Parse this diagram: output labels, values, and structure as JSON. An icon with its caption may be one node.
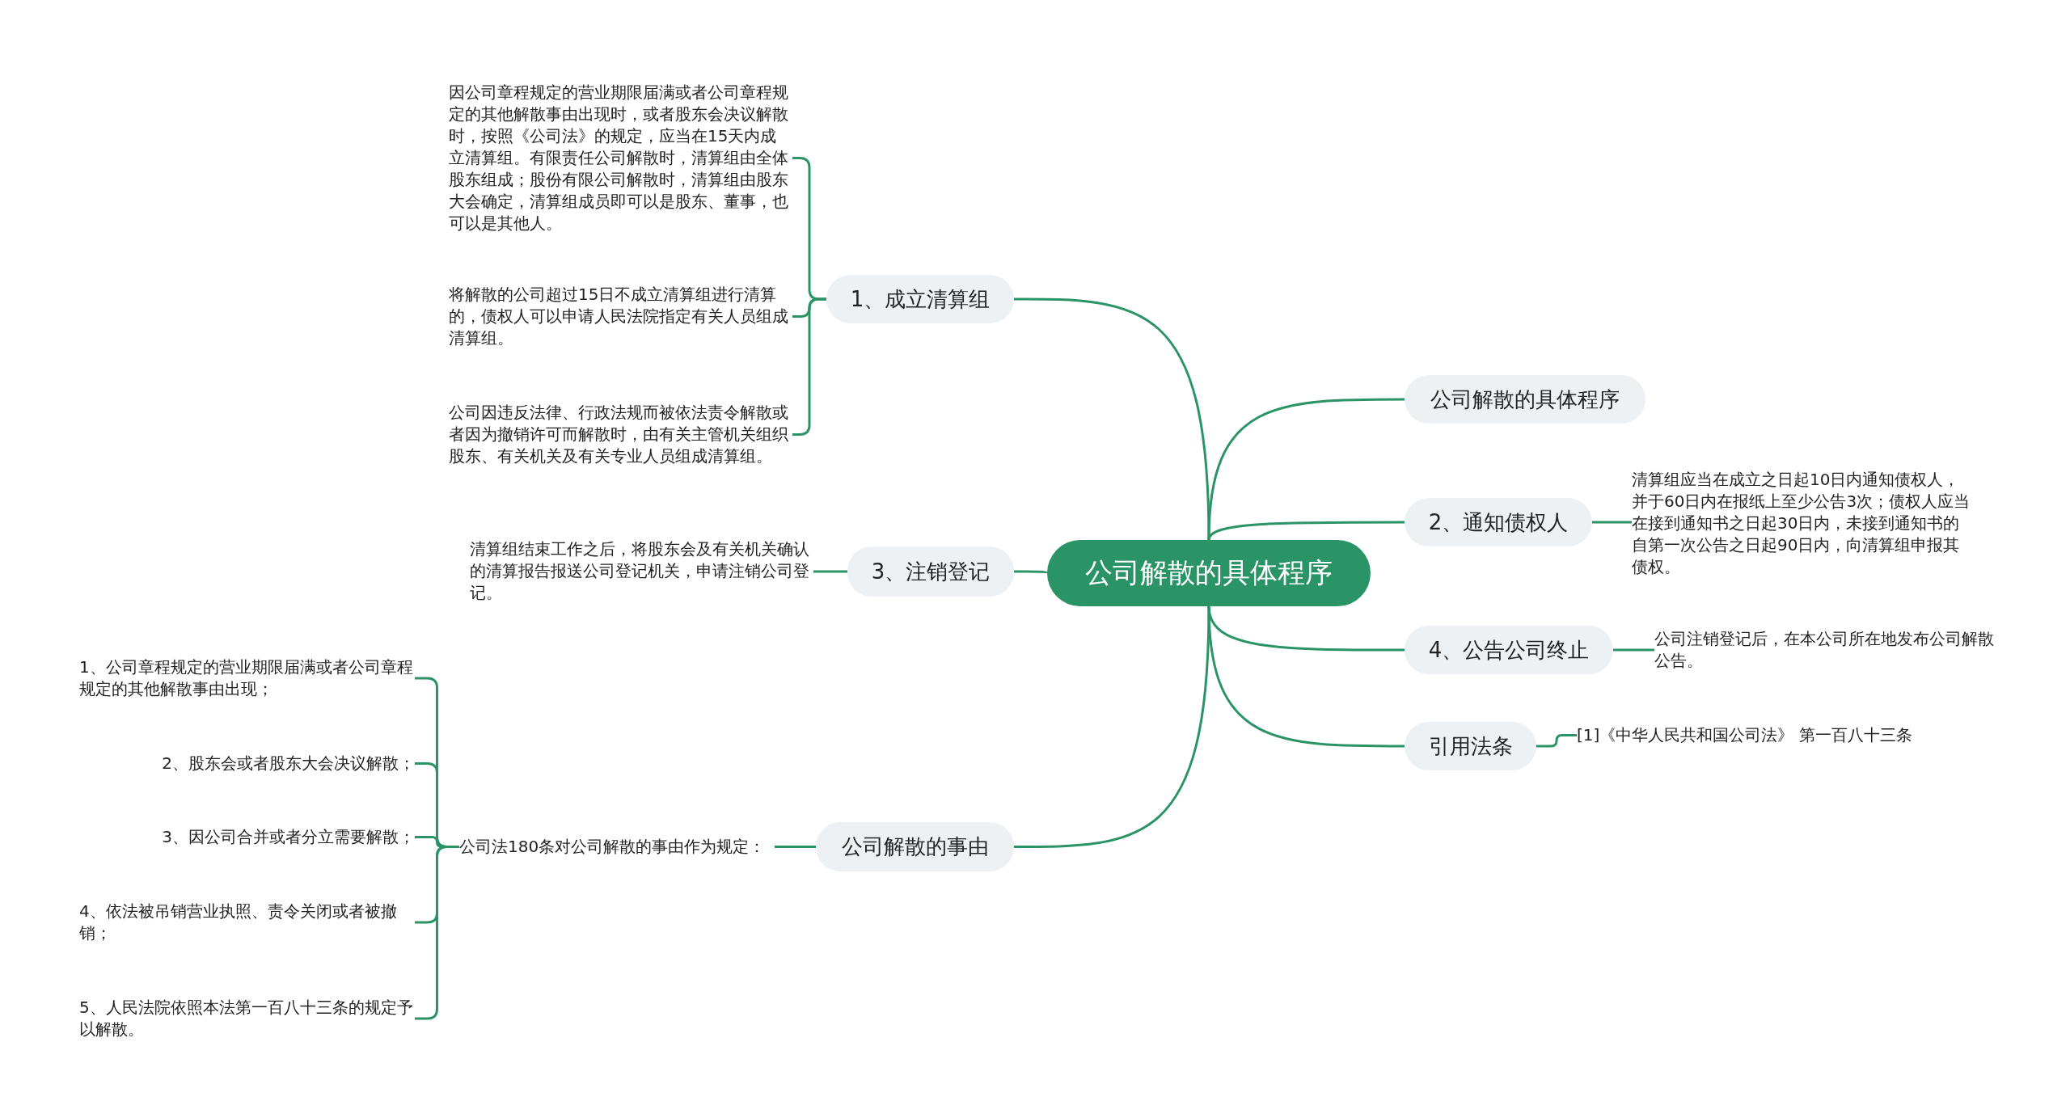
{
  "diagram": {
    "nodes": [
      {
        "text": [
          "公司解散的具体程序"
        ]
      },
      {
        "text": [
          "1、成立清算组"
        ]
      },
      {
        "text": [
          "因公司章程规定的营业期限届满或者公司章程规定的其他解散事由出现时，或者股东会决议解散时，按照《公司法》的规定，应当在15天内成立清算组。有限责任公司解散时，清算组由全体股东组成；股份有限公司解散时，清算组由股东大会确定，清算组成员即可以是股东、董事，也可以是其他人。"
        ]
      },
      {
        "text": [
          "将解散的公司超过15日不成立清算组进行清算的，债权人可以申请人民法院指定有关人员组成清算组。"
        ]
      },
      {
        "text": [
          "公司因违反法律、行政法规而被依法责令解散或者因为撤销许可而解散时，由有关主管机关组织股东、有关机关及有关专业人员组成清算组。"
        ]
      },
      {
        "text": [
          "3、注销登记"
        ]
      },
      {
        "text": [
          "清算组结束工作之后，将股东会及有关机关确认的清算报告报送公司登记机关，申请注销公司登记。"
        ]
      },
      {
        "text": [
          "公司解散的事由"
        ]
      },
      {
        "text": [
          "公司法180条对公司解散的事由作为规定："
        ]
      },
      {
        "text": [
          "1、公司章程规定的营业期限届满或者公司章程规定的其他解散事由出现；"
        ]
      },
      {
        "text": [
          "2、股东会或者股东大会决议解散；"
        ]
      },
      {
        "text": [
          "3、因公司合并或者分立需要解散；"
        ]
      },
      {
        "text": [
          "4、依法被吊销营业执照、责令关闭或者被撤销；"
        ]
      },
      {
        "text": [
          "5、人民法院依照本法第一百八十三条的规定予以解散。"
        ]
      },
      {
        "text": [
          "公司解散的具体程序"
        ]
      },
      {
        "text": [
          "2、通知债权人"
        ]
      },
      {
        "text": [
          "清算组应当在成立之日起10日内通知债权人，并于60日内在报纸上至少公告3次；债权人应当在接到通知书之日起30日内，未接到通知书的自第一次公告之日起90日内，向清算组申报其债权。"
        ]
      },
      {
        "text": [
          "4、公告公司终止"
        ]
      },
      {
        "text": [
          "公司注销登记后，在本公司所在地发布公司解散公告。"
        ]
      },
      {
        "text": [
          "引用法条"
        ]
      },
      {
        "text": [
          "[1]《中华人民共和国公司法》 第一百八十三条"
        ]
      }
    ],
    "edges": [
      {
        "from": 0,
        "to": 1,
        "arrow": "none"
      },
      {
        "from": 1,
        "to": 2,
        "arrow": "none"
      },
      {
        "from": 1,
        "to": 3,
        "arrow": "none"
      },
      {
        "from": 1,
        "to": 4,
        "arrow": "none"
      },
      {
        "from": 0,
        "to": 5,
        "arrow": "none"
      },
      {
        "from": 5,
        "to": 6,
        "arrow": "none"
      },
      {
        "from": 0,
        "to": 7,
        "arrow": "none"
      },
      {
        "from": 7,
        "to": 8,
        "arrow": "none"
      },
      {
        "from": 8,
        "to": 9,
        "arrow": "none"
      },
      {
        "from": 8,
        "to": 10,
        "arrow": "none"
      },
      {
        "from": 8,
        "to": 11,
        "arrow": "none"
      },
      {
        "from": 8,
        "to": 12,
        "arrow": "none"
      },
      {
        "from": 8,
        "to": 13,
        "arrow": "none"
      },
      {
        "from": 0,
        "to": 14,
        "arrow": "none"
      },
      {
        "from": 0,
        "to": 15,
        "arrow": "none"
      },
      {
        "from": 15,
        "to": 16,
        "arrow": "none"
      },
      {
        "from": 0,
        "to": 17,
        "arrow": "none"
      },
      {
        "from": 17,
        "to": 18,
        "arrow": "none"
      },
      {
        "from": 0,
        "to": 19,
        "arrow": "none"
      },
      {
        "from": 19,
        "to": 20,
        "arrow": "none"
      }
    ]
  }
}
